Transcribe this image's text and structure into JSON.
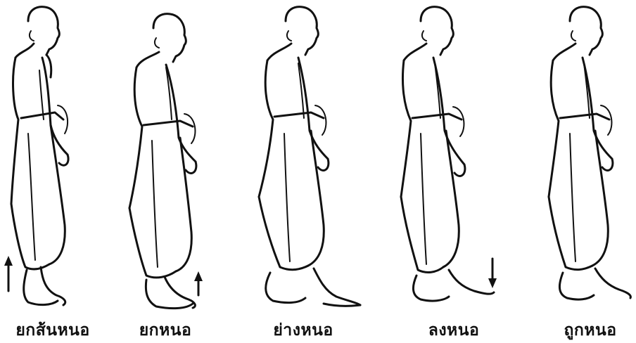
{
  "figures": [
    {
      "caption": "ยกส้นหนอ",
      "arrow": "up"
    },
    {
      "caption": "ยกหนอ",
      "arrow": "up"
    },
    {
      "caption": "ย่างหนอ",
      "arrow": "none"
    },
    {
      "caption": "ลงหนอ",
      "arrow": "down"
    },
    {
      "caption": "ถูกหนอ",
      "arrow": "none"
    }
  ]
}
